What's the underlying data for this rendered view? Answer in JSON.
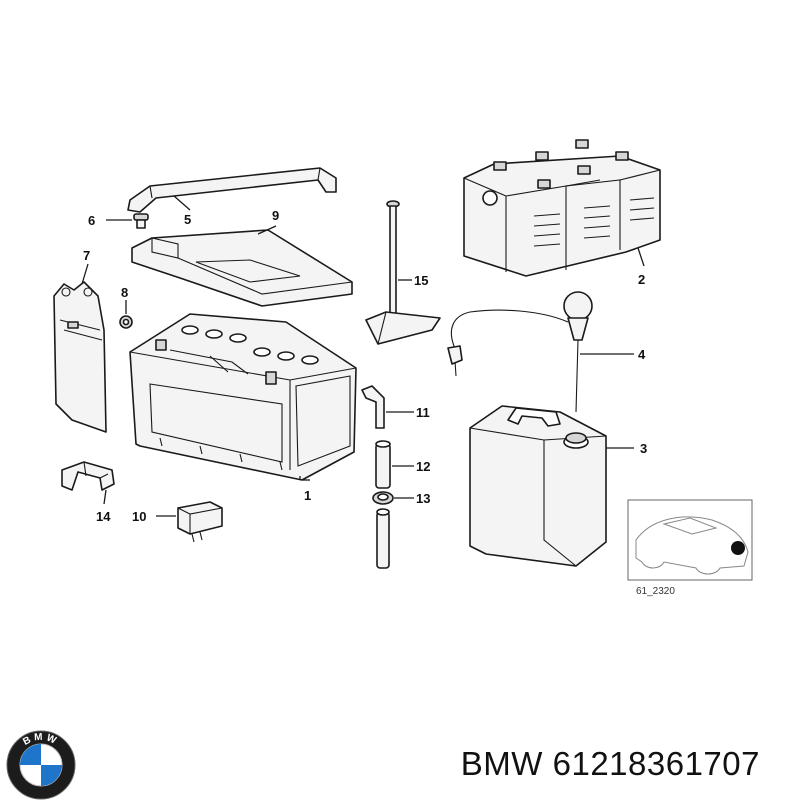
{
  "diagram": {
    "callouts": [
      "1",
      "2",
      "3",
      "4",
      "5",
      "6",
      "7",
      "8",
      "9",
      "10",
      "11",
      "12",
      "13",
      "14",
      "15"
    ],
    "inset_code": "61_2320"
  },
  "footer": {
    "brand_text": "BMW 61218361707",
    "logo_letters": "BMW",
    "logo_colors": {
      "ring": "#1c1c1c",
      "blue": "#1f75c9",
      "white": "#ffffff"
    }
  }
}
